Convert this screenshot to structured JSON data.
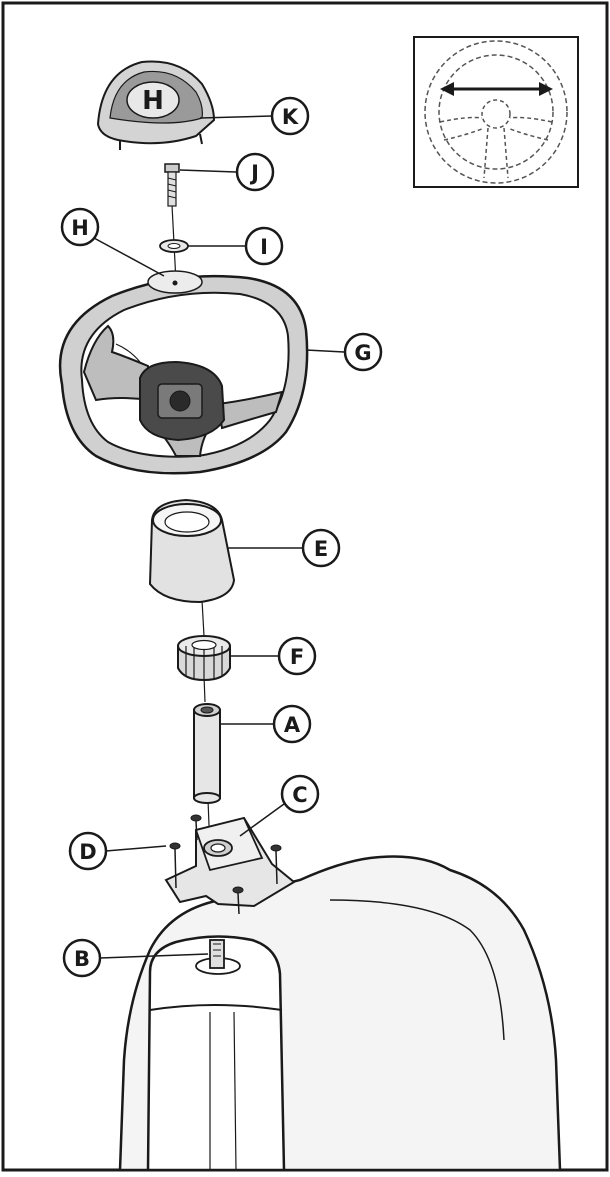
{
  "diagram": {
    "callouts": [
      {
        "id": "K",
        "label": "K"
      },
      {
        "id": "J",
        "label": "J"
      },
      {
        "id": "H",
        "label": "H"
      },
      {
        "id": "I",
        "label": "I"
      },
      {
        "id": "G",
        "label": "G"
      },
      {
        "id": "E",
        "label": "E"
      },
      {
        "id": "F",
        "label": "F"
      },
      {
        "id": "A",
        "label": "A"
      },
      {
        "id": "C",
        "label": "C"
      },
      {
        "id": "D",
        "label": "D"
      },
      {
        "id": "B",
        "label": "B"
      }
    ],
    "logo_letter": "H",
    "colors": {
      "ink": "#1a1a1a",
      "part_fill": "#e8e8e8",
      "dark_fill": "#3a3a3a",
      "background": "#ffffff"
    }
  }
}
